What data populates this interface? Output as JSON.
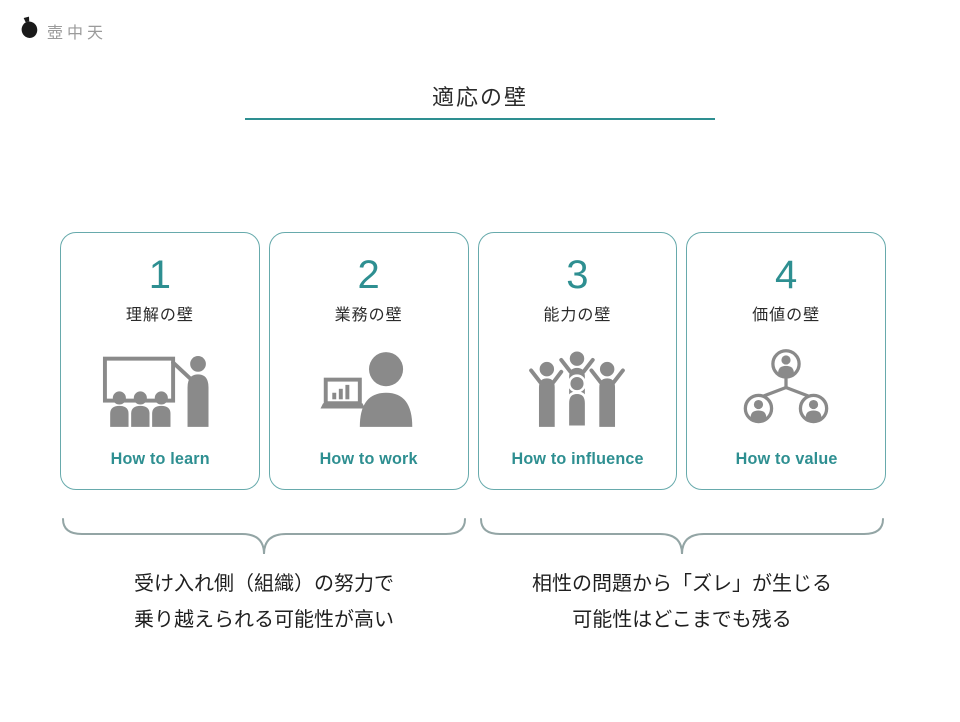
{
  "logo": {
    "text": "壺中天"
  },
  "title": "適応の壁",
  "cards": [
    {
      "number": "1",
      "label": "理解の壁",
      "icon": "teacher-blackboard-icon",
      "caption": "How to learn"
    },
    {
      "number": "2",
      "label": "業務の壁",
      "icon": "person-laptop-icon",
      "caption": "How to work"
    },
    {
      "number": "3",
      "label": "能力の壁",
      "icon": "group-raising-hands-icon",
      "caption": "How to influence"
    },
    {
      "number": "4",
      "label": "価値の壁",
      "icon": "people-network-icon",
      "caption": "How to value"
    }
  ],
  "groups": [
    {
      "lines": [
        "受け入れ側（組織）の努力で",
        "乗り越えられる可能性が高い"
      ]
    },
    {
      "lines": [
        "相性の問題から「ズレ」が生じる",
        "可能性はどこまでも残る"
      ]
    }
  ],
  "colors": {
    "accent_teal": "#2e8f91",
    "card_border_teal": "#67aaac",
    "icon_gray": "#8a8a8a",
    "brace_gray": "#93a5a5",
    "logo_gray": "#9b9b9b",
    "text_dark": "#1f1f1f"
  }
}
